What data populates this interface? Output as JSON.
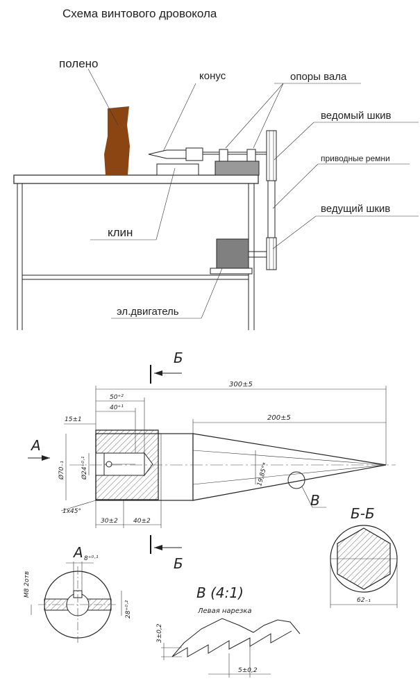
{
  "title": "Схема винтового дровокола",
  "labels": {
    "log": "полено",
    "cone": "конус",
    "shaft_supports": "опоры вала",
    "driven_pulley": "ведомый шкив",
    "drive_belts": "приводные ремни",
    "drive_pulley": "ведущий шкив",
    "wedge": "клин",
    "motor": "эл.двигатель"
  },
  "drawing": {
    "section_letter": "Б",
    "view_a_letter": "A",
    "detail_letter": "В",
    "section_title": "Б-Б",
    "detail_title": "В  (4:1)",
    "detail_subtitle": "Левая нарезка",
    "dims": {
      "total_length": "300±5",
      "cone_length": "200±5",
      "hole_depth_outer": "50⁺²",
      "hole_depth_inner": "40⁺¹",
      "offset": "15±1",
      "diameter": "Ø70₋₁",
      "inner_diameter": "Ø24⁺⁰·¹",
      "angle": "19,85°*",
      "chamfer": "1x45°",
      "bottom_left": "30±2",
      "bottom_right": "40±2",
      "key_width": "8⁺⁰·¹",
      "key_depth": "28⁺⁰·²",
      "thread_hole": "M8 2отв",
      "hex_size": "62₋₁",
      "pitch_height": "3±0,2",
      "pitch": "5±0,2"
    }
  },
  "colors": {
    "log": "#8B4513",
    "motor": "#808080",
    "line": "#222222"
  }
}
